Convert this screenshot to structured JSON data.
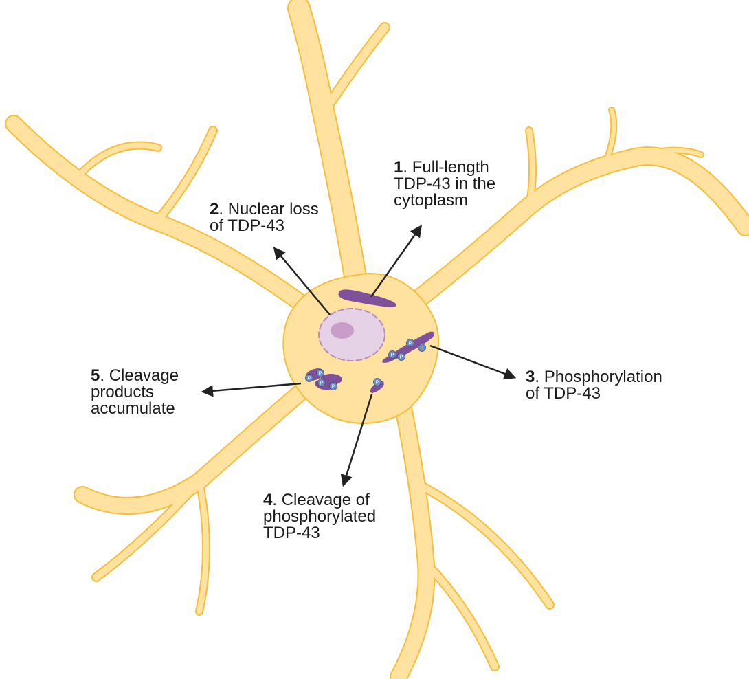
{
  "colors": {
    "cell_fill": "#FFE1A0",
    "cell_stroke": "#F7BE3C",
    "nucleus_fill": "#E6D2E6",
    "nucleus_stroke": "#B48CB9",
    "nucleolus": "#C89EC8",
    "protein": "#7E519A",
    "phospho_dot": "#6E8DBE",
    "arrow": "#222222"
  },
  "phospho_symbol": "P",
  "labels": [
    {
      "num": "1",
      "lines": [
        ". Full-length",
        "TDP-43 in the",
        "cytoplasm"
      ]
    },
    {
      "num": "2",
      "lines": [
        ". Nuclear loss",
        "of TDP-43"
      ]
    },
    {
      "num": "3",
      "lines": [
        ". Phosphorylation",
        "of TDP-43"
      ]
    },
    {
      "num": "4",
      "lines": [
        ". Cleavage of",
        "phosphorylated",
        "TDP-43"
      ]
    },
    {
      "num": "5",
      "lines": [
        ". Cleavage",
        "products",
        "accumulate"
      ]
    }
  ]
}
